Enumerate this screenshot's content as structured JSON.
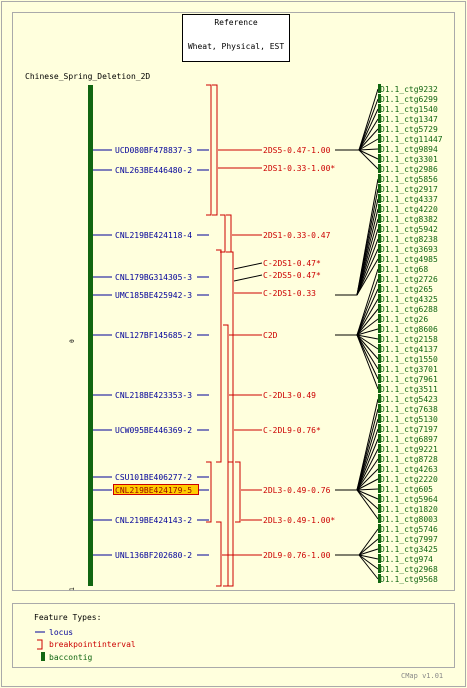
{
  "reference": {
    "title": "Reference",
    "subtitle": "Wheat, Physical, EST"
  },
  "map": {
    "title": "Chinese_Spring_Deletion_2D",
    "scale_start": "0",
    "scale_end": "1",
    "loci": [
      "UCD080BF478837-3",
      "CNL263BE446480-2",
      "CNL219BE424118-4",
      "CNL179BG314305-3",
      "UMC185BE425942-3",
      "CNL127BF145685-2",
      "CNL218BE423353-3",
      "UCW095BE446369-2",
      "CSU101BE406277-2",
      "CNL219BE424179-5",
      "CNL219BE424143-2",
      "UNL136BF202680-2"
    ],
    "highlighted_locus": "CNL219BE424179-5"
  },
  "intervals": [
    "2DS5-0.47-1.00",
    "2DS1-0.33-1.00*",
    "2DS1-0.33-0.47",
    "C-2DS1-0.47*",
    "C-2DS5-0.47*",
    "C-2DS1-0.33",
    "C2D",
    "C-2DL3-0.49",
    "C-2DL9-0.76*",
    "2DL3-0.49-0.76",
    "2DL3-0.49-1.00*",
    "2DL9-0.76-1.00"
  ],
  "contigs": [
    "D1.1_ctg9232",
    "D1.1_ctg6299",
    "D1.1_ctg1540",
    "D1.1_ctg1347",
    "D1.1_ctg5729",
    "D1.1_ctg11447",
    "D1.1_ctg9894",
    "D1.1_ctg3301",
    "D1.1_ctg2986",
    "D1.1_ctg5856",
    "D1.1_ctg2917",
    "D1.1_ctg4337",
    "D1.1_ctg4220",
    "D1.1_ctg8382",
    "D1.1_ctg5942",
    "D1.1_ctg8238",
    "D1.1_ctg3693",
    "D1.1_ctg4985",
    "D1.1_ctg68",
    "D1.1_ctg2726",
    "D1.1_ctg265",
    "D1.1_ctg4325",
    "D1.1_ctg6288",
    "D1.1_ctg26",
    "D1.1_ctg8606",
    "D1.1_ctg2158",
    "D1.1_ctg4137",
    "D1.1_ctg1550",
    "D1.1_ctg3701",
    "D1.1_ctg7961",
    "D1.1_ctg3511",
    "D1.1_ctg5423",
    "D1.1_ctg7638",
    "D1.1_ctg5130",
    "D1.1_ctg7197",
    "D1.1_ctg6897",
    "D1.1_ctg9221",
    "D1.1_ctg8728",
    "D1.1_ctg4263",
    "D1.1_ctg2220",
    "D1.1_ctg605",
    "D1.1_ctg5964",
    "D1.1_ctg1820",
    "D1.1_ctg8003",
    "D1.1_ctg5746",
    "D1.1_ctg7997",
    "D1.1_ctg3425",
    "D1.1_ctg974",
    "D1.1_ctg2968",
    "D1.1_ctg9568"
  ],
  "legend": {
    "title": "Feature Types:",
    "items": [
      {
        "label": "locus",
        "icon": "line-icon",
        "color": "#000099"
      },
      {
        "label": "breakpointinterval",
        "icon": "bracket-icon",
        "color": "#cc0000"
      },
      {
        "label": "baccontig",
        "icon": "box-icon",
        "color": "#116611"
      }
    ]
  },
  "footer": "CMap v1.01",
  "colors": {
    "background": "#ffffdd",
    "locus": "#000099",
    "interval": "#cc0000",
    "contig": "#116611",
    "highlight": "#ffcc00"
  }
}
